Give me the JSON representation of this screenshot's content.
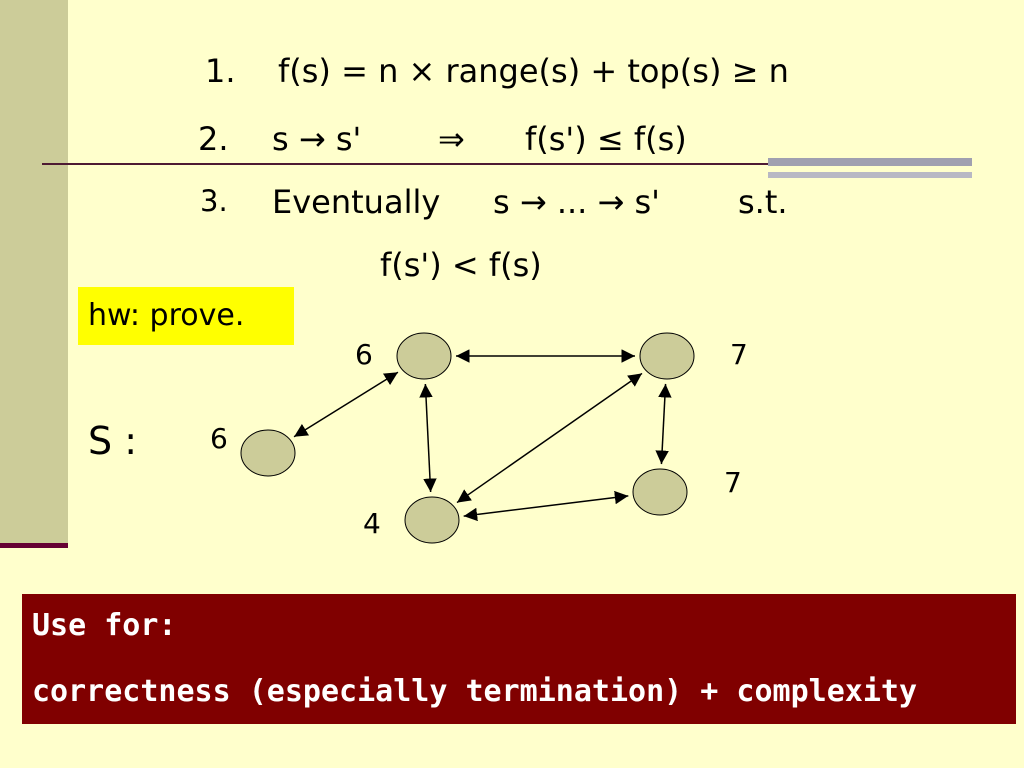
{
  "formulas": {
    "line1": {
      "num": "1.",
      "expr": "f(s) = n × range(s) + top(s) ≥ n"
    },
    "line2": {
      "num": "2.",
      "left": "s → s'",
      "implies": "⇒",
      "right": "f(s') ≤ f(s)"
    },
    "line3": {
      "num": "3.",
      "word": "Eventually",
      "path": "s → ... → s'",
      "st": "s.t."
    },
    "line4": "f(s') < f(s)"
  },
  "hw_label": "hw: prove.",
  "state_label": "S :",
  "graph": {
    "nodes": [
      {
        "id": "a",
        "label": "6"
      },
      {
        "id": "b",
        "label": "7"
      },
      {
        "id": "c",
        "label": "6"
      },
      {
        "id": "d",
        "label": "4"
      },
      {
        "id": "e",
        "label": "7"
      }
    ],
    "edges": [
      [
        "a",
        "b"
      ],
      [
        "a",
        "c"
      ],
      [
        "a",
        "d"
      ],
      [
        "b",
        "d"
      ],
      [
        "b",
        "e"
      ],
      [
        "d",
        "e"
      ]
    ],
    "node_color": "#CCCC99"
  },
  "footer": {
    "line1": "Use for:",
    "line2": "correctness (especially termination) + complexity"
  },
  "colors": {
    "background": "#FFFFCC",
    "sidebar": "#CCCC99",
    "footer_bg": "#800000",
    "highlight": "#FFFF00"
  }
}
